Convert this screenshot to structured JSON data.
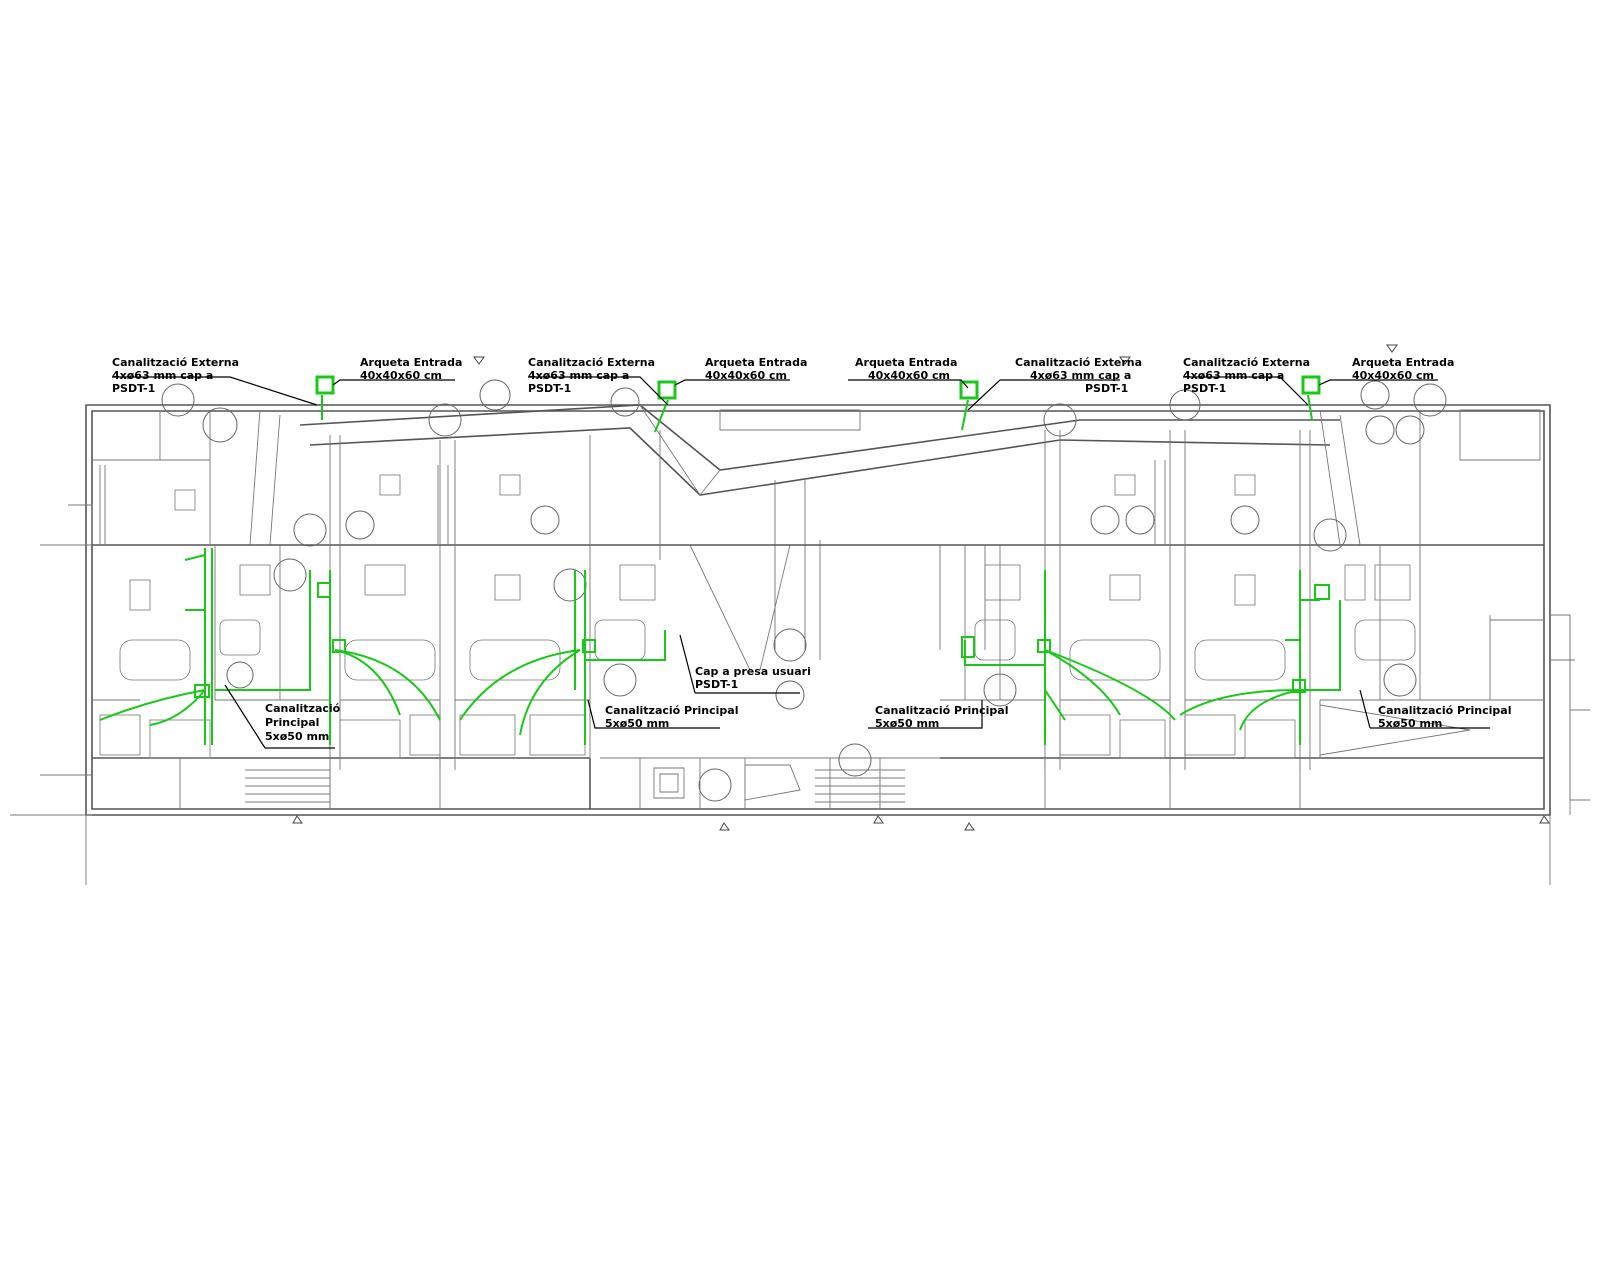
{
  "colors": {
    "conduit": "#19c819",
    "walls": "#555555",
    "text": "#000000",
    "background": "#ffffff"
  },
  "labels": {
    "ce1": [
      "Canalització Externa",
      "4xø63 mm cap a",
      "PSDT-1"
    ],
    "ae1": [
      "Arqueta Entrada",
      "40x40x60 cm"
    ],
    "ce2": [
      "Canalització Externa",
      "4xø63 mm cap a",
      "PSDT-1"
    ],
    "ae2": [
      "Arqueta Entrada",
      "40x40x60 cm"
    ],
    "ae3": [
      "Arqueta Entrada",
      "40x40x60 cm"
    ],
    "ce3": [
      "Canalització Externa",
      "4xø63 mm cap a",
      "PSDT-1"
    ],
    "ce4": [
      "Canalització Externa",
      "4xø63 mm cap a",
      "PSDT-1"
    ],
    "ae4": [
      "Arqueta Entrada",
      "40x40x60 cm"
    ],
    "cp1": [
      "Canalització",
      "Principal",
      "5xø50 mm"
    ],
    "cp2": [
      "Canalització Principal",
      "5xø50 mm"
    ],
    "cp3": [
      "Canalització Principal",
      "5xø50 mm"
    ],
    "cp4": [
      "Canalització Principal",
      "5xø50 mm"
    ],
    "cup": [
      "Cap a presa usuari",
      "PSDT-1"
    ]
  }
}
